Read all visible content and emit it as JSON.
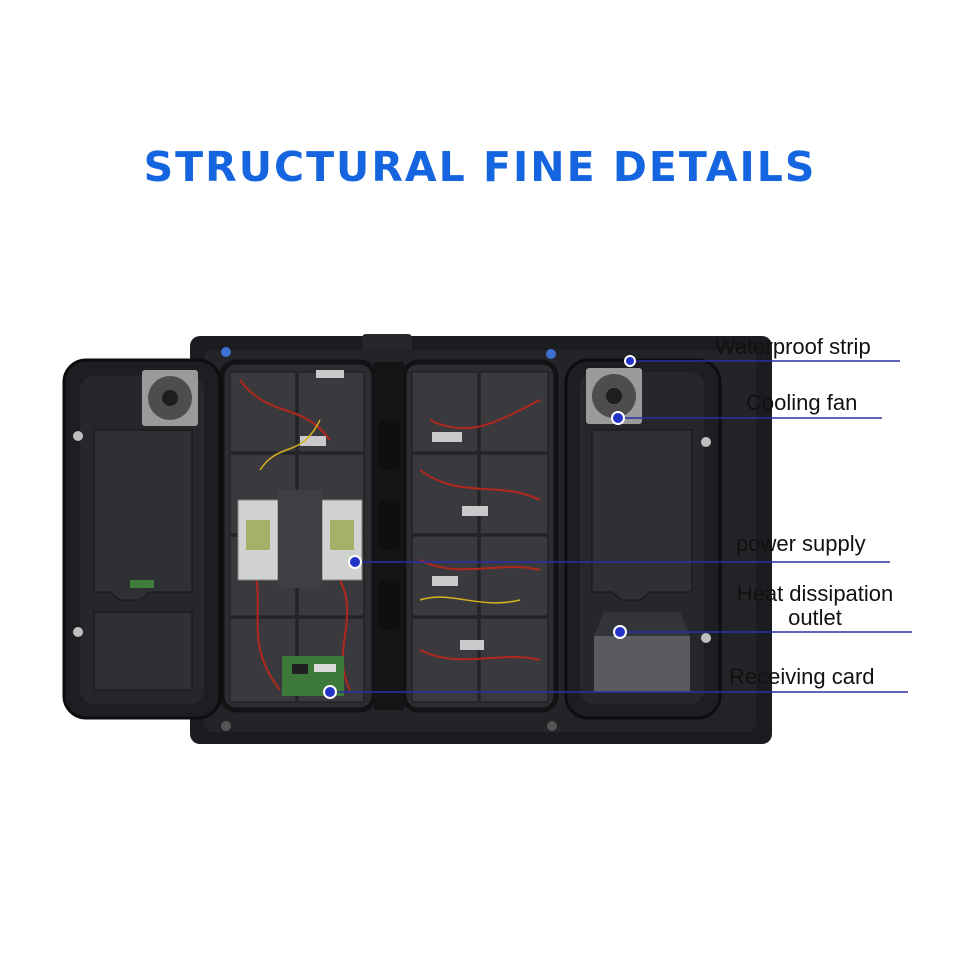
{
  "title": "STRUCTURAL FINE DETAILS",
  "colors": {
    "title": "#1565e0",
    "leader": "#2a2fa8",
    "dot": "#2433c8",
    "cabinet": "#1e1f22",
    "panel": "#2b2c2f",
    "module": "#3a3a3e"
  },
  "callouts": [
    {
      "id": "waterproof-strip",
      "label": "Waterproof strip"
    },
    {
      "id": "cooling-fan",
      "label": "Cooling fan"
    },
    {
      "id": "power-supply",
      "label": "power supply"
    },
    {
      "id": "heat-dissipation-outlet",
      "label": "Heat dissipation\noutlet"
    },
    {
      "id": "receiving-card",
      "label": "Receiving card"
    }
  ]
}
